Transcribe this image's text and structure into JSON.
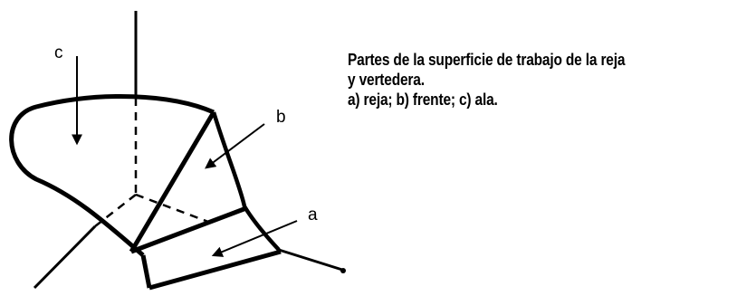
{
  "diagram": {
    "labels": {
      "a": "a",
      "b": "b",
      "c": "c"
    },
    "stroke_color": "#000000",
    "background_color": "#ffffff"
  },
  "caption": {
    "line1": "Partes de la superficie de trabajo de la reja",
    "line2": "y vertedera.",
    "line3": "a) reja; b) frente; c) ala."
  }
}
